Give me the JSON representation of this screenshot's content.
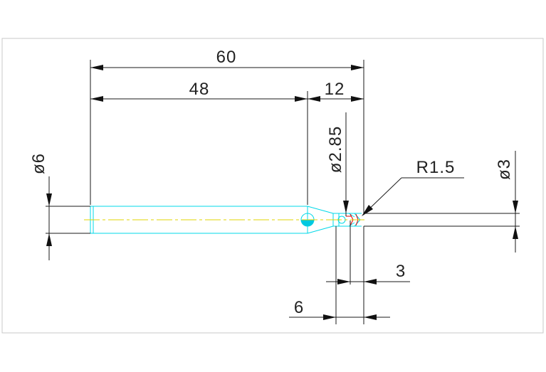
{
  "drawing": {
    "colors": {
      "background": "#ffffff",
      "frame": "#c8c8c8",
      "dimension": "#1a1a1a",
      "outline": "#00d8e8",
      "centerline": "#e0d400",
      "detail": "#e00000",
      "fill_accent": "#00c8e0"
    },
    "dimensions": {
      "overall_length": "60",
      "shank_length": "48",
      "head_length": "12",
      "shank_diameter": "ø6",
      "neck_diameter": "ø2.85",
      "tip_diameter": "ø3",
      "tip_radius": "R1.5",
      "offset_small": "3",
      "offset_large": "6"
    }
  }
}
